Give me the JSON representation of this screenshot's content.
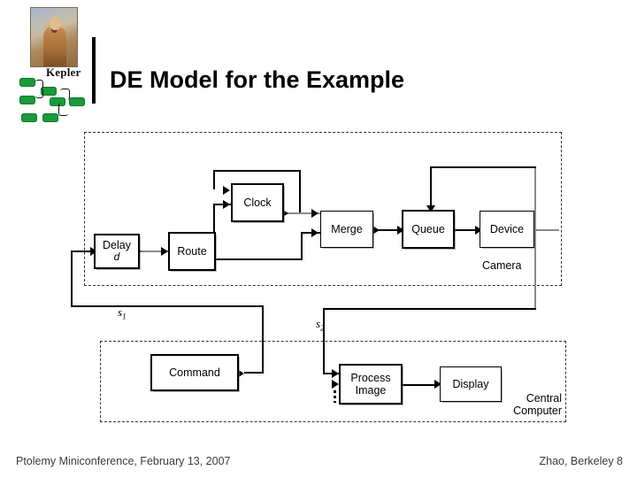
{
  "slide": {
    "title": "DE Model for the Example",
    "logo": {
      "word": "Kepler",
      "portrait_alt": "kepler-portrait"
    }
  },
  "footer": {
    "left": "Ptolemy Miniconference, February 13, 2007",
    "right": "Zhao, Berkeley 8"
  },
  "diagram": {
    "regions": [
      {
        "id": "camera",
        "label": "Camera"
      },
      {
        "id": "central-computer",
        "label": "Central Computer"
      }
    ],
    "blocks": [
      {
        "id": "delay",
        "label": "Delay",
        "sub": "d"
      },
      {
        "id": "route",
        "label": "Route",
        "sub": ""
      },
      {
        "id": "clock",
        "label": "Clock",
        "sub": ""
      },
      {
        "id": "merge",
        "label": "Merge",
        "sub": ""
      },
      {
        "id": "queue",
        "label": "Queue",
        "sub": ""
      },
      {
        "id": "device",
        "label": "Device",
        "sub": ""
      },
      {
        "id": "command",
        "label": "Command",
        "sub": ""
      },
      {
        "id": "process-image",
        "label": "Process Image",
        "sub": ""
      },
      {
        "id": "display",
        "label": "Display",
        "sub": ""
      }
    ],
    "signals": [
      {
        "id": "s1",
        "base": "s",
        "index": "1"
      },
      {
        "id": "s2",
        "base": "s",
        "index": "2"
      }
    ]
  },
  "colors": {
    "ink": "#000000",
    "wire_gray": "#8a8a8a",
    "dashed": "#333333",
    "footer_text": "#3b3b3b",
    "logo_green": "#1a9a3c"
  }
}
